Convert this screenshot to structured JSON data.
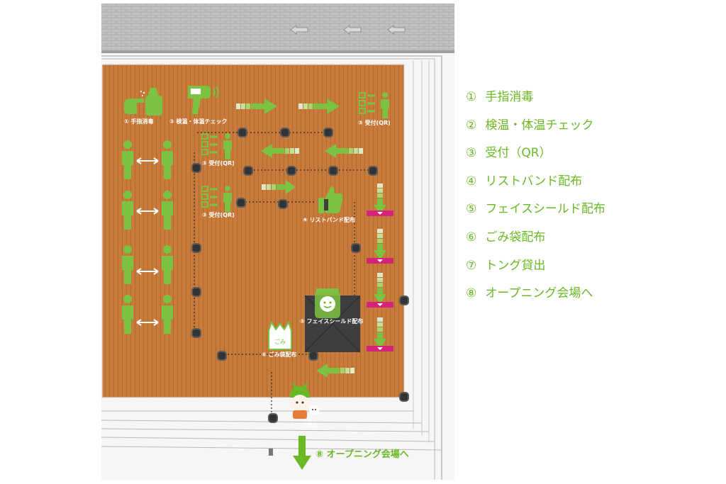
{
  "legend": {
    "items": [
      {
        "num": "①",
        "text": "手指消毒"
      },
      {
        "num": "②",
        "text": "検温・体温チェック"
      },
      {
        "num": "③",
        "text": "受付（QR）"
      },
      {
        "num": "④",
        "text": "リストバンド配布"
      },
      {
        "num": "⑤",
        "text": "フェイスシールド配布"
      },
      {
        "num": "⑥",
        "text": "ごみ袋配布"
      },
      {
        "num": "⑦",
        "text": "トング貸出"
      },
      {
        "num": "⑧",
        "text": "オープニング会場へ"
      }
    ]
  },
  "map": {
    "stations": {
      "sanitize": "① 手指消毒",
      "temp_check": "② 検温・体温チェック",
      "reception_1": "③ 受付(QR)",
      "reception_2": "③ 受付(QR)",
      "reception_3": "③ 受付(QR)",
      "wristband": "④ リストバンド配布",
      "face_shield": "⑤ フェイスシールド配布",
      "garbage_bag": "⑥ ごみ袋配布",
      "tongs": "⑦ トング貸出",
      "opening": "⑧ オープニング会場へ"
    },
    "bag_text": "ごみ"
  },
  "colors": {
    "accent_green": "#6ab824",
    "deck_orange": "#c97b3c",
    "marker_pink": "#d4237a",
    "roof_gray": "#bdbdbd"
  }
}
